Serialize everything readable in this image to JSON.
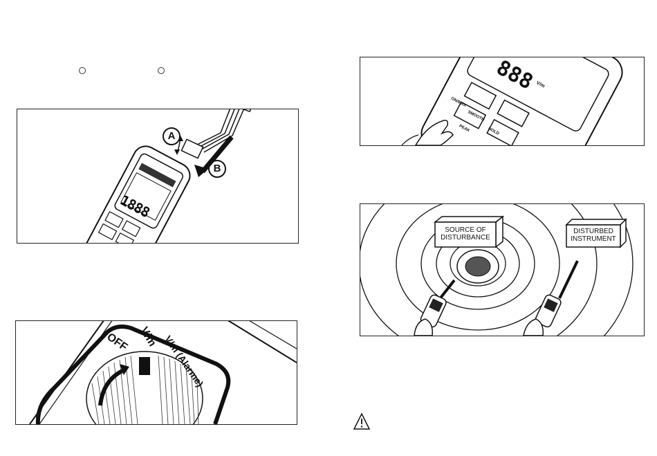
{
  "diagram_connect": {
    "marker_a": "A",
    "marker_b": "B",
    "display_digits": "1888"
  },
  "diagram_keypad": {
    "display_digits": "888",
    "unit": "V/m",
    "buttons": [
      "ON/MAX",
      "SMOOTH",
      "PEAK",
      "HOLD"
    ]
  },
  "diagram_switch": {
    "positions": [
      "OFF",
      "V/m",
      "V/m (Alarme)"
    ]
  },
  "diagram_disturbance": {
    "source_label": "SOURCE OF DISTURBANCE",
    "disturbed_label": "DISTURBED INSTRUMENT"
  },
  "icons": {
    "warning": "warning-triangle-icon"
  }
}
